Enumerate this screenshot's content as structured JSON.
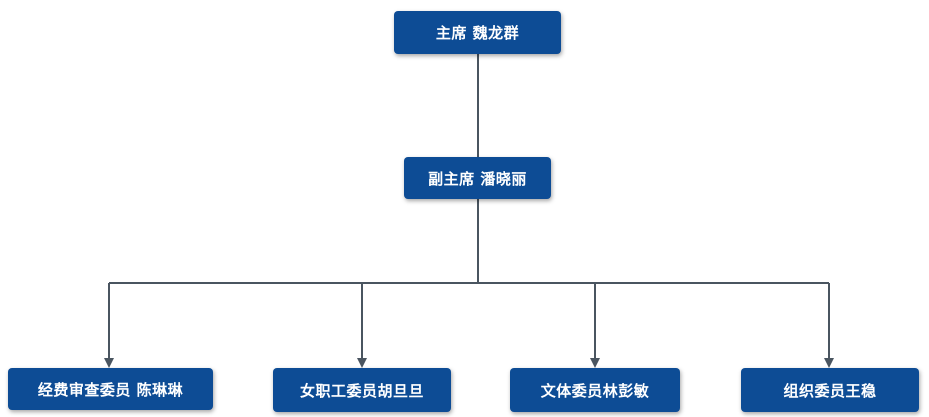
{
  "chart": {
    "root": {
      "label": "主席 魏龙群"
    },
    "vice": {
      "label": "副主席 潘晓丽"
    },
    "members": [
      {
        "label": "经费审查委员 陈琳琳"
      },
      {
        "label": "女职工委员胡旦旦"
      },
      {
        "label": "文体委员林彭敏"
      },
      {
        "label": "组织委员王稳"
      }
    ]
  },
  "colors": {
    "node_fill": "#0d4c95",
    "node_text": "#ffffff",
    "connector": "#4a5560"
  }
}
